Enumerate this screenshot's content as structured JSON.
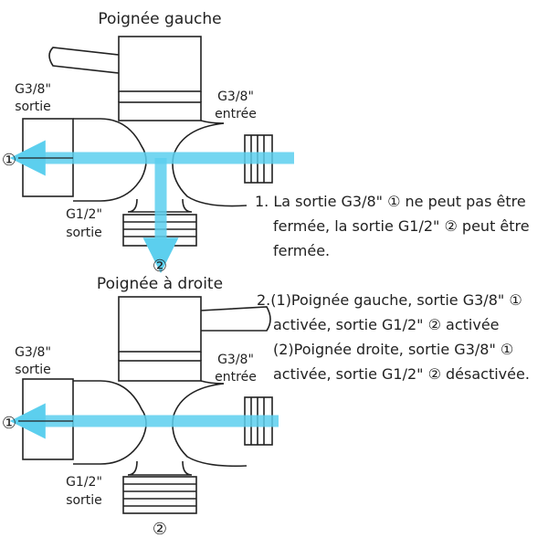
{
  "top": {
    "title": "Poignée gauche",
    "out_label": [
      "G3/8\"",
      "sortie"
    ],
    "in_label": [
      "G3/8\"",
      "entrée"
    ],
    "bottom_label": [
      "G1/2\"",
      "sortie"
    ],
    "marker_1": "①",
    "marker_2": "②"
  },
  "bottom": {
    "title": "Poignée à droite",
    "out_label": [
      "G3/8\"",
      "sortie"
    ],
    "in_label": [
      "G3/8\"",
      "entrée"
    ],
    "bottom_label": [
      "G1/2\"",
      "sortie"
    ],
    "marker_1": "①",
    "marker_2": "②"
  },
  "notes": {
    "note1": [
      "1. La sortie G3/8\" ① ne peut pas être",
      "fermée, la sortie G1/2\" ② peut être",
      "fermée."
    ],
    "note2": [
      "2.(1)Poignée gauche, sortie G3/8\" ①",
      "activée, sortie G1/2\" ② activée",
      "(2)Poignée droite, sortie G3/8\" ①",
      "activée, sortie G1/2\" ② désactivée."
    ]
  },
  "colors": {
    "arrow": "#5ccfee",
    "line": "#222222",
    "background": "#ffffff"
  }
}
